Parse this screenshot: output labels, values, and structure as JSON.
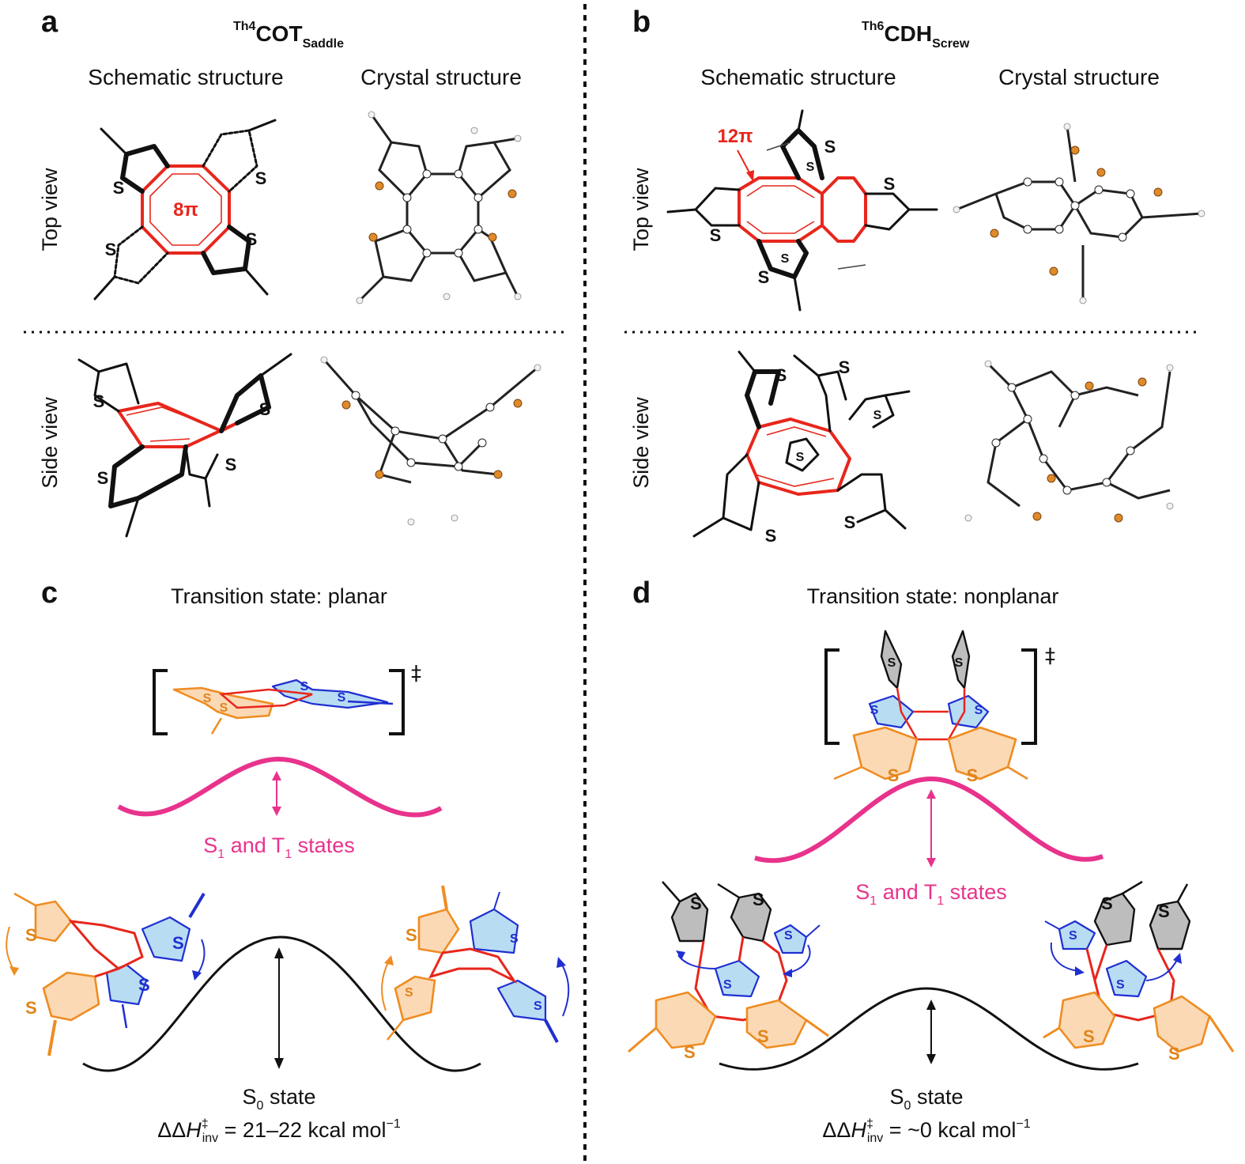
{
  "panels": {
    "a": {
      "letter": "a",
      "title": {
        "superscript": "Th4",
        "main": "COT",
        "subscript": "Saddle"
      },
      "col_left": "Schematic structure",
      "col_right": "Crystal structure",
      "row_top": "Top view",
      "row_bottom": "Side view",
      "pi_label": "8π",
      "atom": "S"
    },
    "b": {
      "letter": "b",
      "title": {
        "superscript": "Th6",
        "main": "CDH",
        "subscript": "Screw"
      },
      "col_left": "Schematic structure",
      "col_right": "Crystal structure",
      "row_top": "Top view",
      "row_bottom": "Side view",
      "pi_label": "12π",
      "atom": "S"
    },
    "c": {
      "letter": "c",
      "title": "Transition state: planar",
      "dagger": "‡",
      "excited": {
        "pre": "S",
        "sub1": "1",
        "mid": " and T",
        "sub2": "1",
        "post": " states"
      },
      "ground": {
        "pre": "S",
        "sub": "0",
        "post": " state"
      },
      "enthalpy": {
        "prefix": "ΔΔ",
        "H": "H",
        "sup": "‡",
        "sub": "inv",
        "value": " = 21–22 kcal mol",
        "exp": "−1"
      }
    },
    "d": {
      "letter": "d",
      "title": "Transition state: nonplanar",
      "dagger": "‡",
      "excited": {
        "pre": "S",
        "sub1": "1",
        "mid": " and T",
        "sub2": "1",
        "post": " states"
      },
      "ground": {
        "pre": "S",
        "sub": "0",
        "post": " state"
      },
      "enthalpy": {
        "prefix": "ΔΔ",
        "H": "H",
        "sup": "‡",
        "sub": "inv",
        "value": " = ~0 kcal mol",
        "exp": "−1"
      }
    }
  },
  "colors": {
    "core": "#e8261c",
    "energy_excited": "#e8338c",
    "energy_ground": "#111111",
    "thiophene_orange": "#ef8c22",
    "thiophene_blue": "#1f2fd1",
    "thiophene_gray": "#bdbdbd",
    "sulfur_atom": "#e08a2a"
  }
}
